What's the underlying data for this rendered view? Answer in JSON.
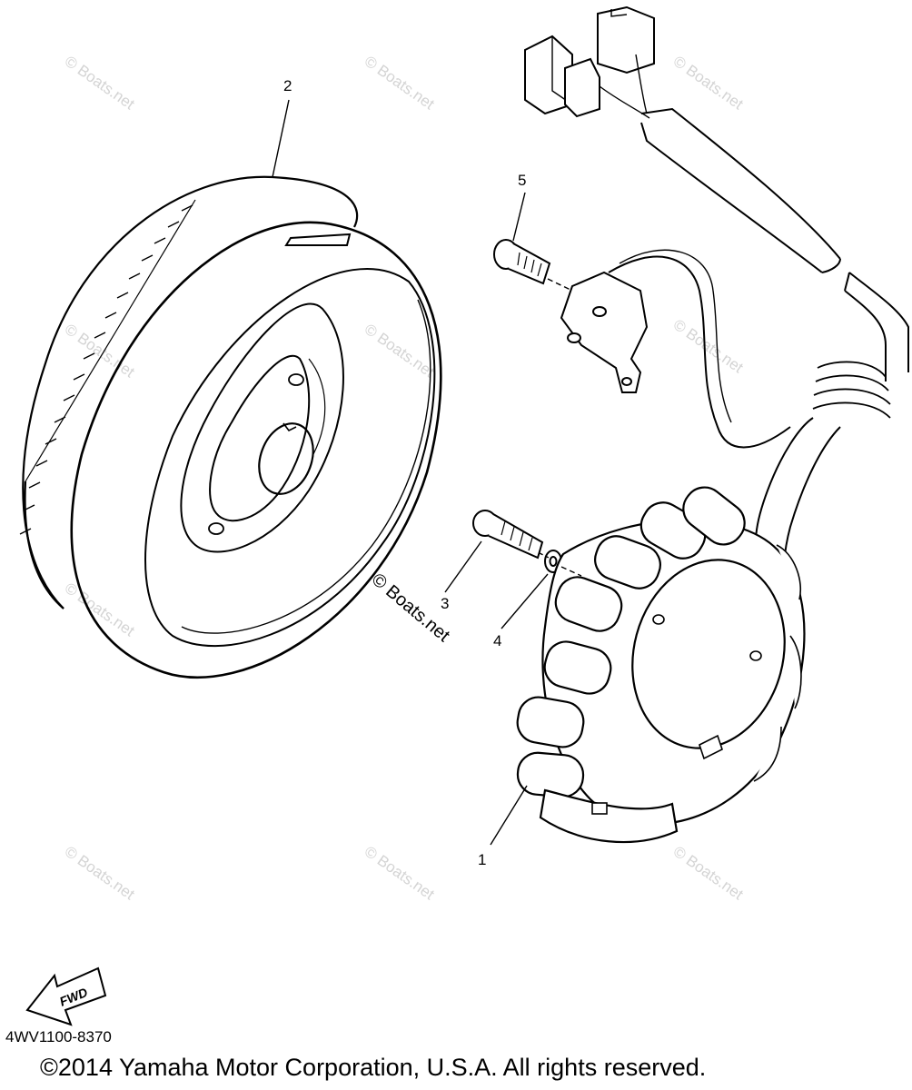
{
  "callouts": {
    "c1": "1",
    "c2": "2",
    "c3": "3",
    "c4": "4",
    "c5": "5"
  },
  "watermark": "© Boats.net",
  "fwd_label": "FWD",
  "part_code": "4WV1100-8370",
  "copyright": "©2014 Yamaha Motor Corporation, U.S.A. All rights reserved.",
  "colors": {
    "line": "#000000",
    "watermark": "#d4d4d4",
    "background": "#ffffff"
  }
}
